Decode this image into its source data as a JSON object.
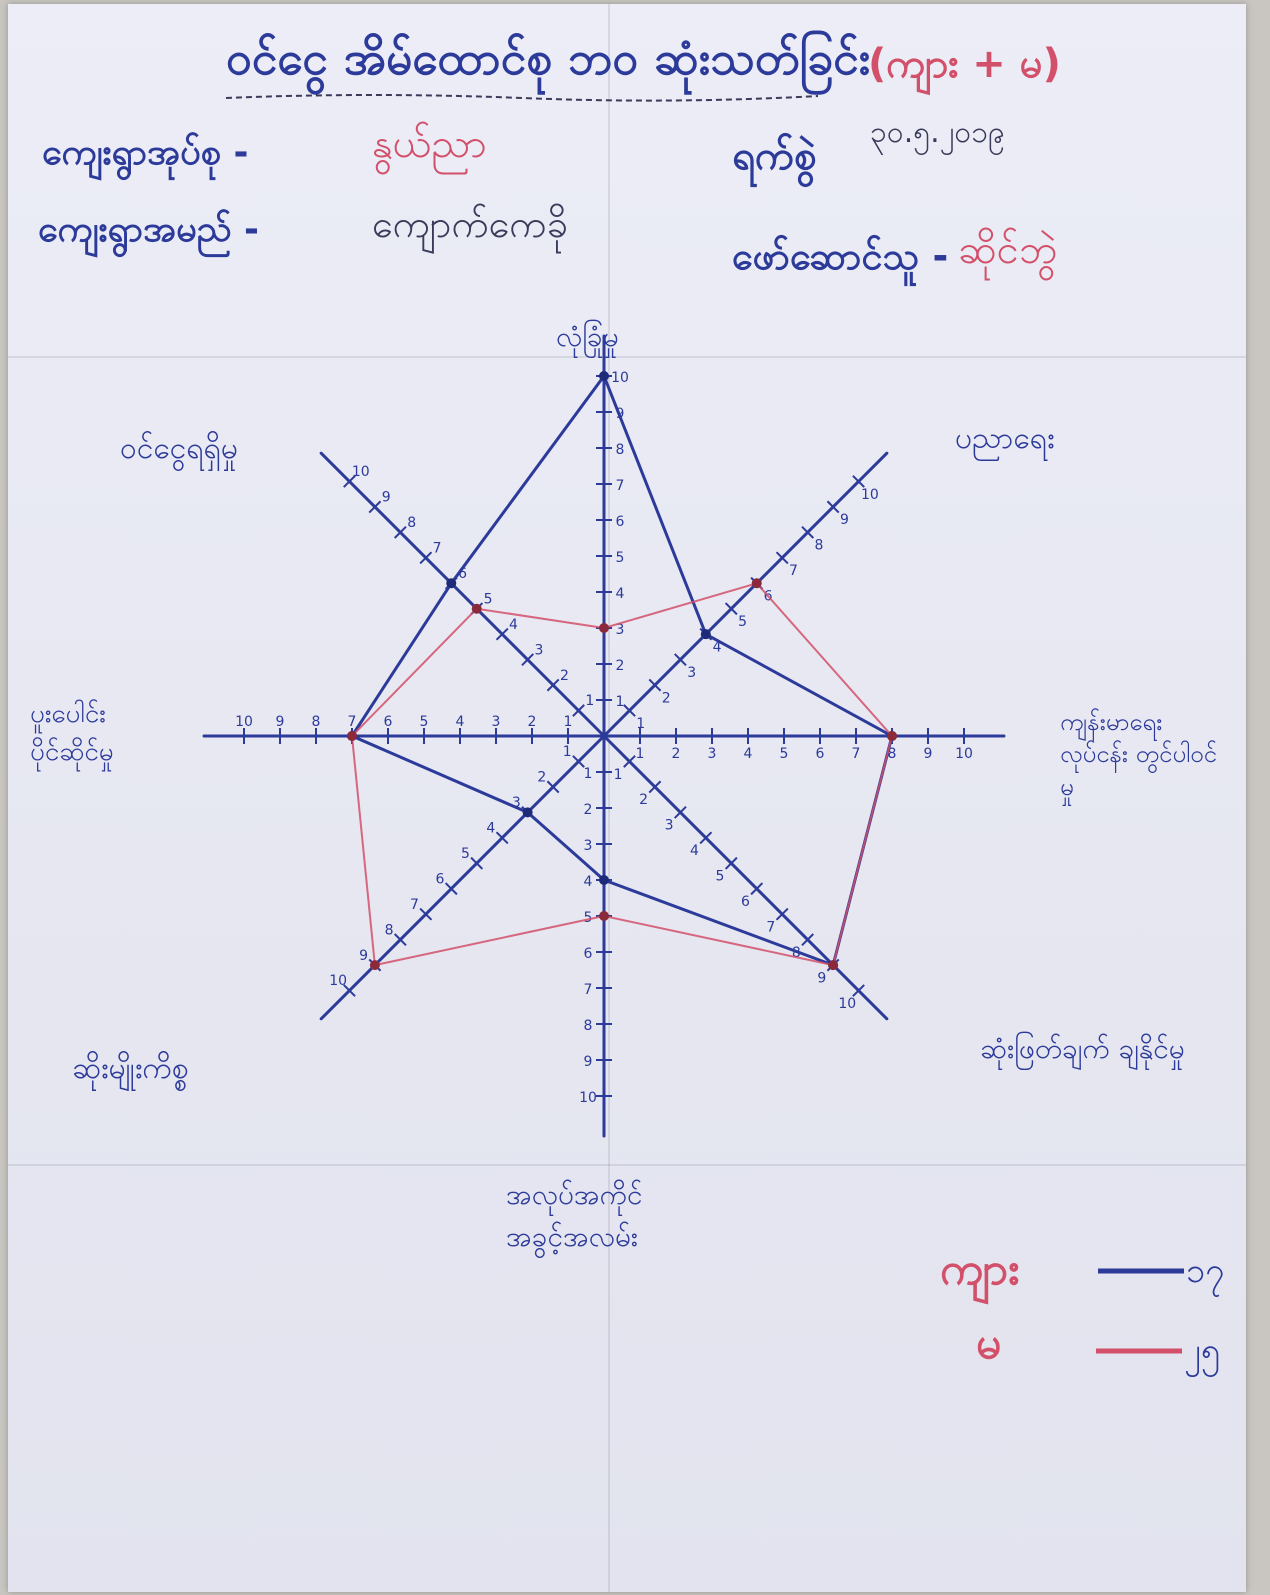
{
  "header": {
    "title": "ဝင်ငွေ အိမ်ထောင်စု ဘဝ ဆုံးသတ်ခြင်း",
    "title_note": "(ကျား + မ)",
    "township_label": "ကျေးရွာအုပ်စု -",
    "township_value": "နွယ်ညာ",
    "date_label": "ရက်စွဲ",
    "date_value": "၃၀.၅.၂၀၁၉",
    "village_label": "ကျေးရွာအမည် -",
    "village_value": "ကျောက်ကေခို",
    "facilitator_label": "ဖော်ဆောင်သူ -",
    "facilitator_value": "ဆိုင်ဘွဲ"
  },
  "legend": {
    "male_label": "ကျား",
    "male_count": "၁၇",
    "female_label": "မ",
    "female_count": "၂၅"
  },
  "colors": {
    "ink_blue": "#2c3a9a",
    "ink_red": "#d2506a"
  },
  "chart_data": {
    "type": "radar",
    "axes": [
      "လုံခြုံမှု",
      "ပညာရေး",
      "ကျန်းမာရေး လုပ်ငန်း တွင်ပါဝင်မှု",
      "ဆုံးဖြတ်ချက် ချနိုင်မှု",
      "အလုပ်အကိုင် အခွင့်အလမ်း",
      "ဆိုးမျိုးကိစ္စ",
      "ပူးပေါင်း ပိုင်ဆိုင်မှု",
      "ဝင်ငွေရရှိမှု"
    ],
    "ticks": [
      "1",
      "2",
      "3",
      "4",
      "5",
      "6",
      "7",
      "8",
      "9",
      "10"
    ],
    "range": [
      0,
      10
    ],
    "series": [
      {
        "name": "ကျား",
        "values": [
          10,
          4,
          8,
          9,
          4,
          3,
          7,
          6
        ]
      },
      {
        "name": "မ",
        "values": [
          3,
          6,
          8,
          9,
          5,
          9,
          7,
          5
        ]
      }
    ]
  }
}
